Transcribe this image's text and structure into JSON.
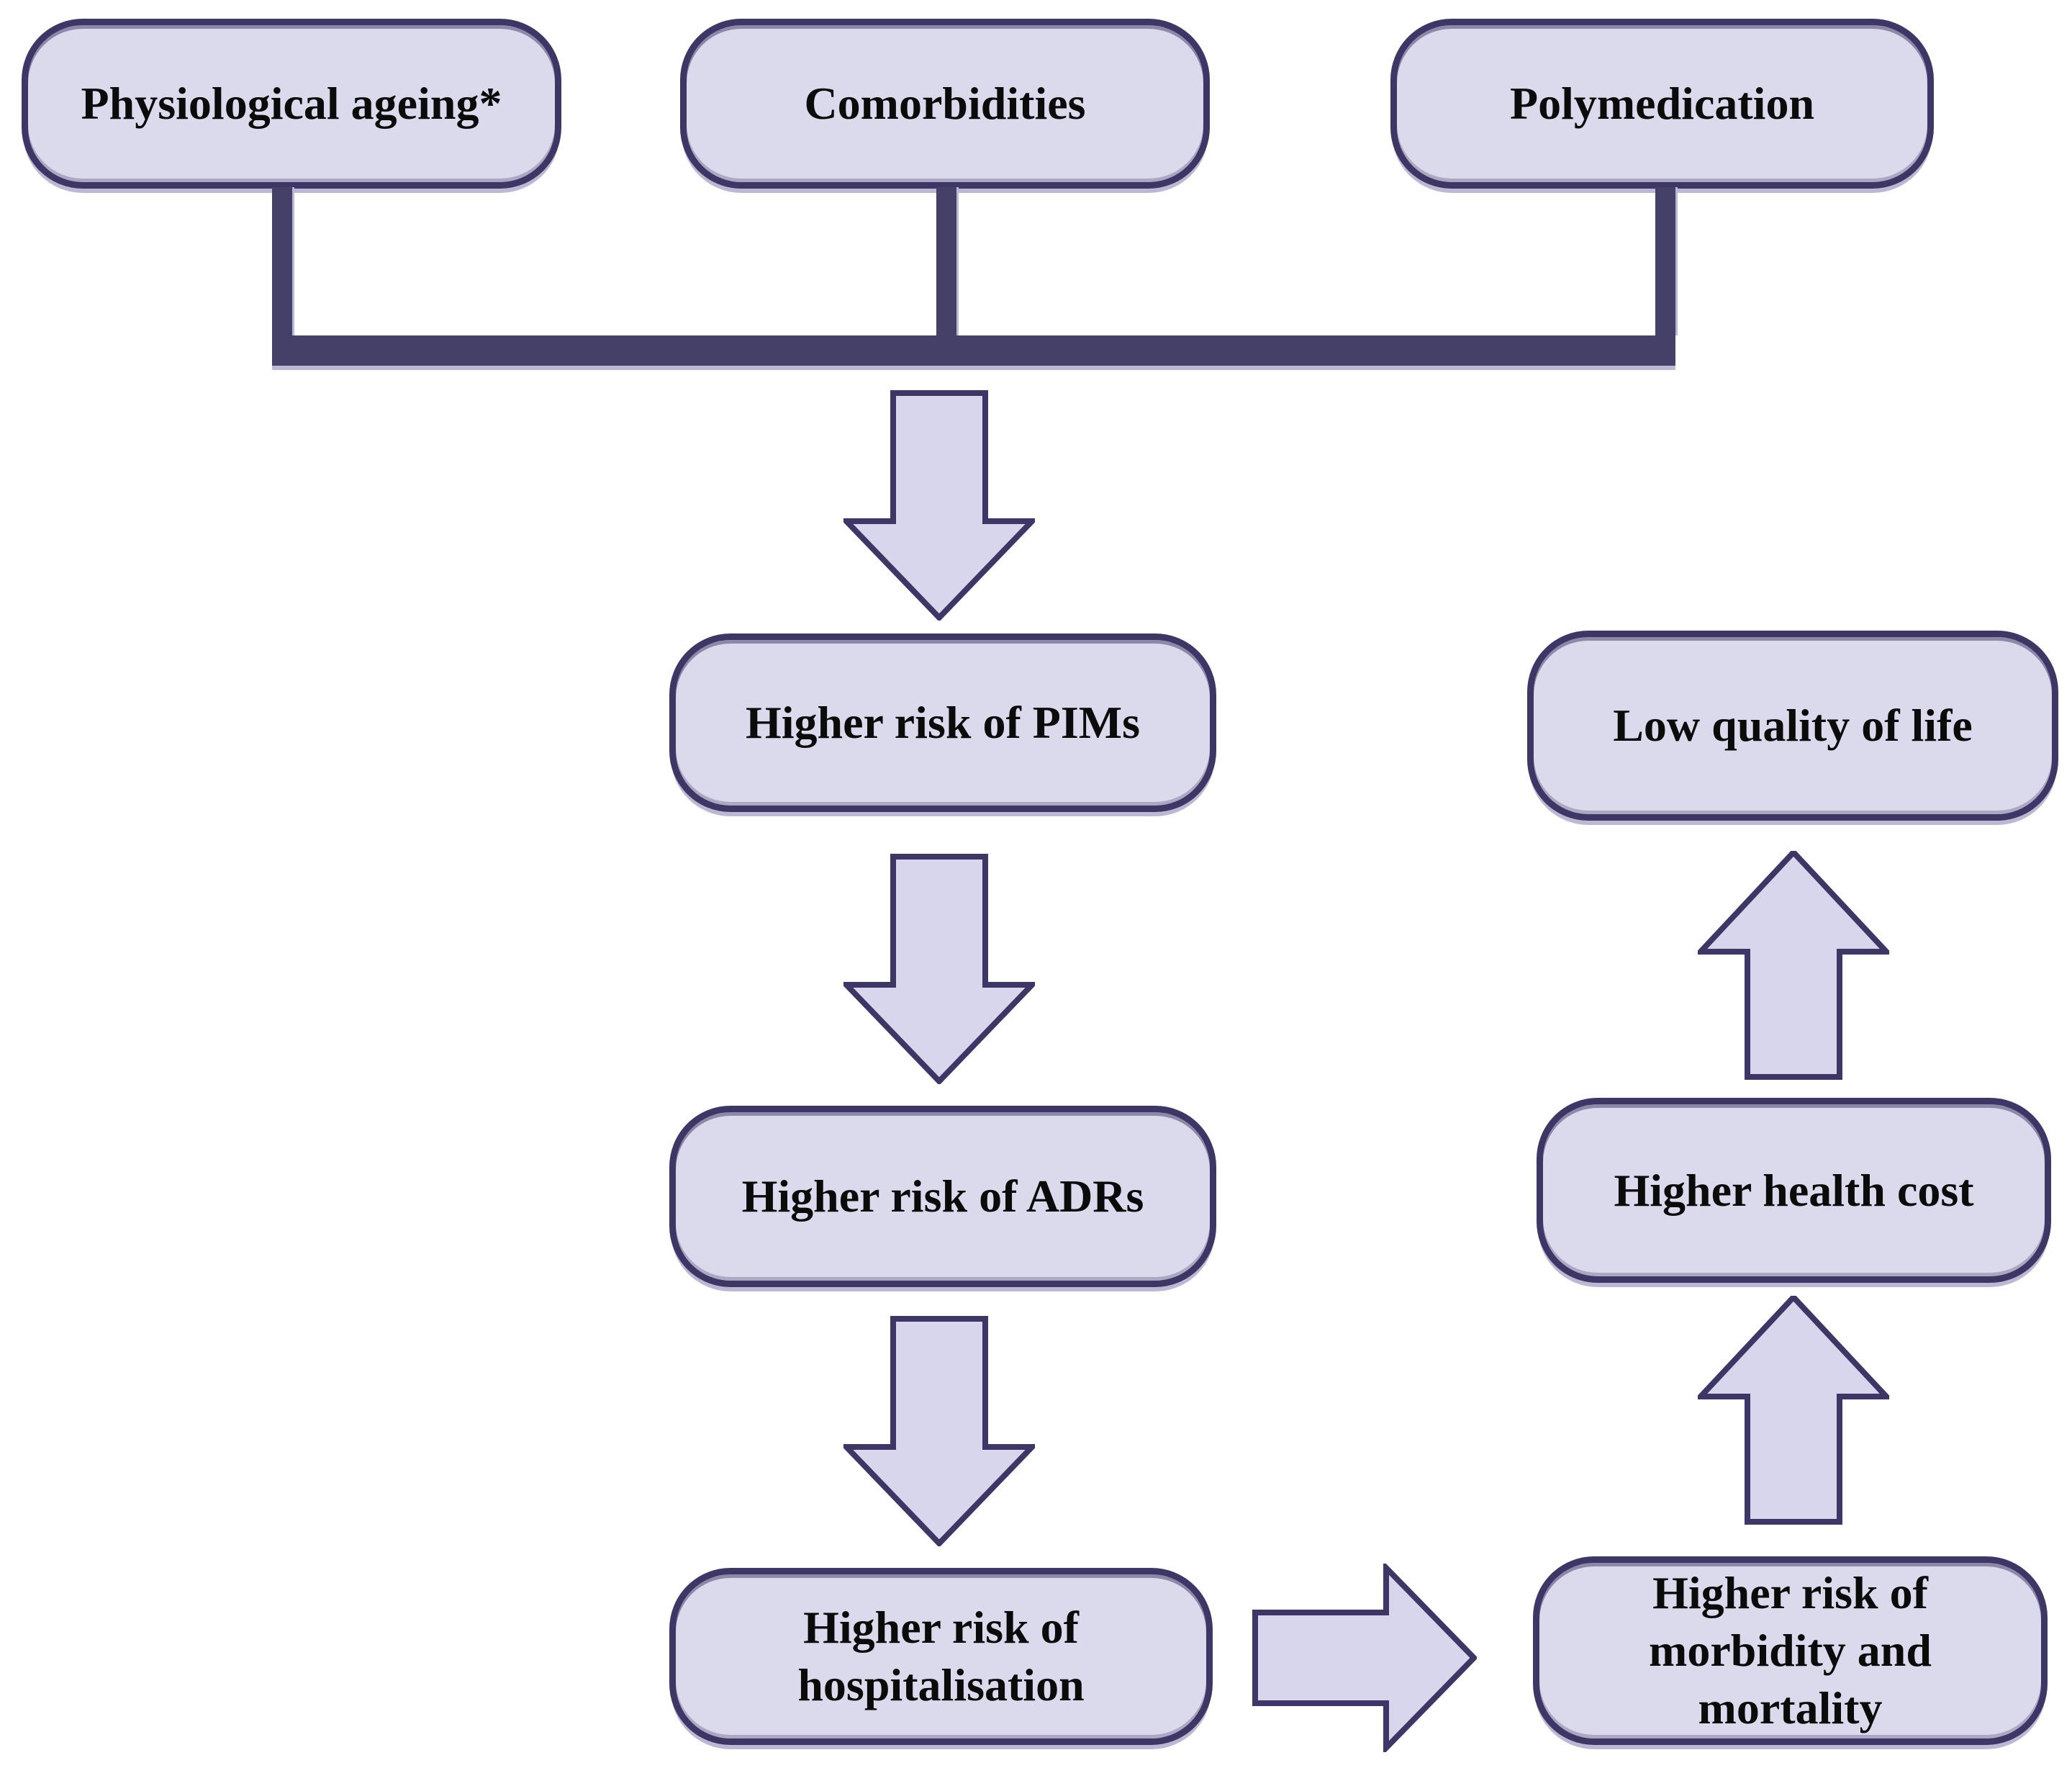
{
  "diagram": {
    "type": "flowchart",
    "colors": {
      "box_fill": "#dbd9ec",
      "box_border": "#3e3766",
      "connector": "#454068",
      "arrow_fill": "#d8d6ec",
      "arrow_border": "#3e3766",
      "text": "#0b0b0b",
      "shadow": "#bcb8d4",
      "background": "#ffffff"
    },
    "nodes": [
      {
        "id": "physiological-ageing",
        "label": "Physiological ageing*"
      },
      {
        "id": "comorbidities",
        "label": "Comorbidities"
      },
      {
        "id": "polymedication",
        "label": "Polymedication"
      },
      {
        "id": "higher-risk-pims",
        "label": "Higher risk of PIMs"
      },
      {
        "id": "higher-risk-adrs",
        "label": "Higher risk of ADRs"
      },
      {
        "id": "higher-risk-hospitalisation",
        "label": "Higher risk of hospitalisation"
      },
      {
        "id": "low-quality-of-life",
        "label": "Low quality of life"
      },
      {
        "id": "higher-health-cost",
        "label": "Higher health cost"
      },
      {
        "id": "higher-risk-morbidity-mortality",
        "label": "Higher risk of morbidity and mortality"
      }
    ],
    "edges": [
      {
        "from": "physiological-ageing,comorbidities,polymedication",
        "to": "higher-risk-pims",
        "style": "bracket-then-down-arrow"
      },
      {
        "from": "higher-risk-pims",
        "to": "higher-risk-adrs",
        "style": "down-arrow"
      },
      {
        "from": "higher-risk-adrs",
        "to": "higher-risk-hospitalisation",
        "style": "down-arrow"
      },
      {
        "from": "higher-risk-hospitalisation",
        "to": "higher-risk-morbidity-mortality",
        "style": "right-arrow"
      },
      {
        "from": "higher-risk-morbidity-mortality",
        "to": "higher-health-cost",
        "style": "up-arrow"
      },
      {
        "from": "higher-health-cost",
        "to": "low-quality-of-life",
        "style": "up-arrow"
      }
    ]
  }
}
